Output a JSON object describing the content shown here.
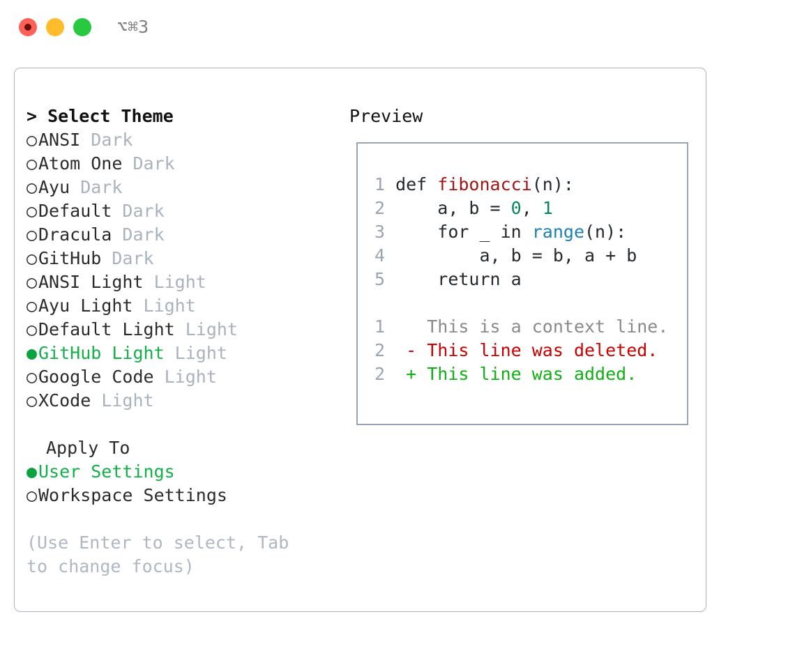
{
  "window": {
    "shortcut": "⌥⌘3",
    "traffic_lights": [
      "close",
      "minimize",
      "maximize"
    ],
    "colors": {
      "close": "#ff6159",
      "minimize": "#ffbd2e",
      "maximize": "#28c840",
      "accent_green": "#13b04a",
      "panel_border": "#aab4c0",
      "preview_border": "#98a4b3",
      "muted": "#a9b2bd"
    }
  },
  "theme_selector": {
    "caret": ">",
    "heading": "Select Theme",
    "bullet_unselected": "○",
    "bullet_selected": "●",
    "options": [
      {
        "bullet": "○",
        "label": "ANSI",
        "variant": "Dark",
        "selected": false
      },
      {
        "bullet": "○",
        "label": "Atom One",
        "variant": "Dark",
        "selected": false
      },
      {
        "bullet": "○",
        "label": "Ayu",
        "variant": "Dark",
        "selected": false
      },
      {
        "bullet": "○",
        "label": "Default",
        "variant": "Dark",
        "selected": false
      },
      {
        "bullet": "○",
        "label": "Dracula",
        "variant": "Dark",
        "selected": false
      },
      {
        "bullet": "○",
        "label": "GitHub",
        "variant": "Dark",
        "selected": false
      },
      {
        "bullet": "○",
        "label": "ANSI Light",
        "variant": "Light",
        "selected": false
      },
      {
        "bullet": "○",
        "label": "Ayu Light",
        "variant": "Light",
        "selected": false
      },
      {
        "bullet": "○",
        "label": "Default Light",
        "variant": "Light",
        "selected": false
      },
      {
        "bullet": "●",
        "label": "GitHub Light",
        "variant": "Light",
        "selected": true
      },
      {
        "bullet": "○",
        "label": "Google Code",
        "variant": "Light",
        "selected": false
      },
      {
        "bullet": "○",
        "label": "XCode",
        "variant": "Light",
        "selected": false
      }
    ]
  },
  "apply_to": {
    "heading": "Apply To",
    "options": [
      {
        "bullet": "●",
        "label": "User Settings",
        "selected": true
      },
      {
        "bullet": "○",
        "label": "Workspace Settings",
        "selected": false
      }
    ]
  },
  "hint": "(Use Enter to select, Tab to change focus)",
  "preview": {
    "title": "Preview",
    "code_lines": [
      {
        "num": "1",
        "segments": [
          {
            "text": "def ",
            "style": "plain"
          },
          {
            "text": "fibonacci",
            "style": "fn"
          },
          {
            "text": "(n):",
            "style": "plain"
          }
        ]
      },
      {
        "num": "2",
        "segments": [
          {
            "text": "    a, b = ",
            "style": "plain"
          },
          {
            "text": "0",
            "style": "num"
          },
          {
            "text": ", ",
            "style": "plain"
          },
          {
            "text": "1",
            "style": "num"
          }
        ]
      },
      {
        "num": "3",
        "segments": [
          {
            "text": "    for _ in ",
            "style": "plain"
          },
          {
            "text": "range",
            "style": "call"
          },
          {
            "text": "(n):",
            "style": "plain"
          }
        ]
      },
      {
        "num": "4",
        "segments": [
          {
            "text": "        a, b = b, a + b",
            "style": "plain"
          }
        ]
      },
      {
        "num": "5",
        "segments": [
          {
            "text": "    return a",
            "style": "plain"
          }
        ]
      }
    ],
    "diff_lines": [
      {
        "num": "1",
        "marker": " ",
        "text": " This is a context line.",
        "kind": "ctx"
      },
      {
        "num": "2",
        "marker": "-",
        "text": " This line was deleted.",
        "kind": "del"
      },
      {
        "num": "2",
        "marker": "+",
        "text": " This line was added.",
        "kind": "add"
      }
    ]
  }
}
